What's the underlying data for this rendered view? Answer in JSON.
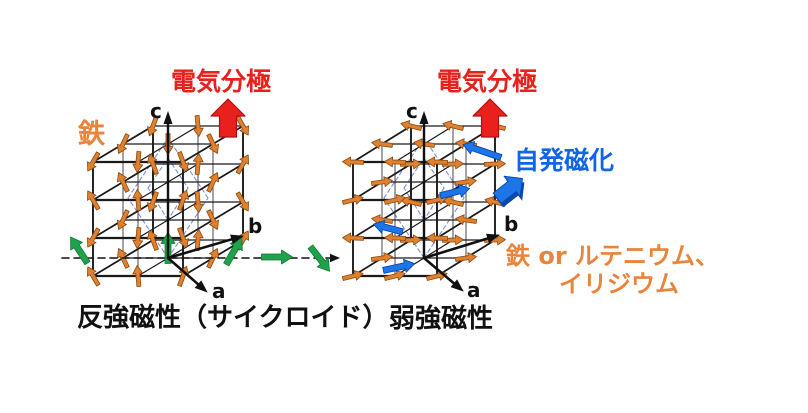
{
  "figure": {
    "background": "#ffffff",
    "colors": {
      "red": "#e8211c",
      "red_dark": "#b01015",
      "orange": "#e0812f",
      "orange_dark": "#8a4a12",
      "orange_text": "#e8843c",
      "green": "#1fa24b",
      "green_dark": "#0e7a33",
      "blue": "#1c76e8",
      "blue_dark": "#0a47b0",
      "blue_text": "#1266e3",
      "lattice": "#1a1a1a",
      "lattice_light": "#5a5a5a",
      "cell_dashed": "#7b8fd4",
      "text_black": "#111111"
    },
    "left": {
      "polarization_label": "電気分極",
      "element_label": "鉄",
      "caption": "反強磁性（サイクロイド）",
      "axes": {
        "a": "a",
        "b": "b",
        "c": "c"
      },
      "cycloid_arrow_angles_deg": [
        -33,
        0,
        30,
        90,
        142
      ]
    },
    "right": {
      "polarization_label": "電気分極",
      "magnetization_label": "自発磁化",
      "element_label_line1": "鉄 or ルテニウム、",
      "element_label_line2": "イリジウム",
      "caption": "弱強磁性",
      "axes": {
        "a": "a",
        "b": "b",
        "c": "c"
      }
    }
  }
}
